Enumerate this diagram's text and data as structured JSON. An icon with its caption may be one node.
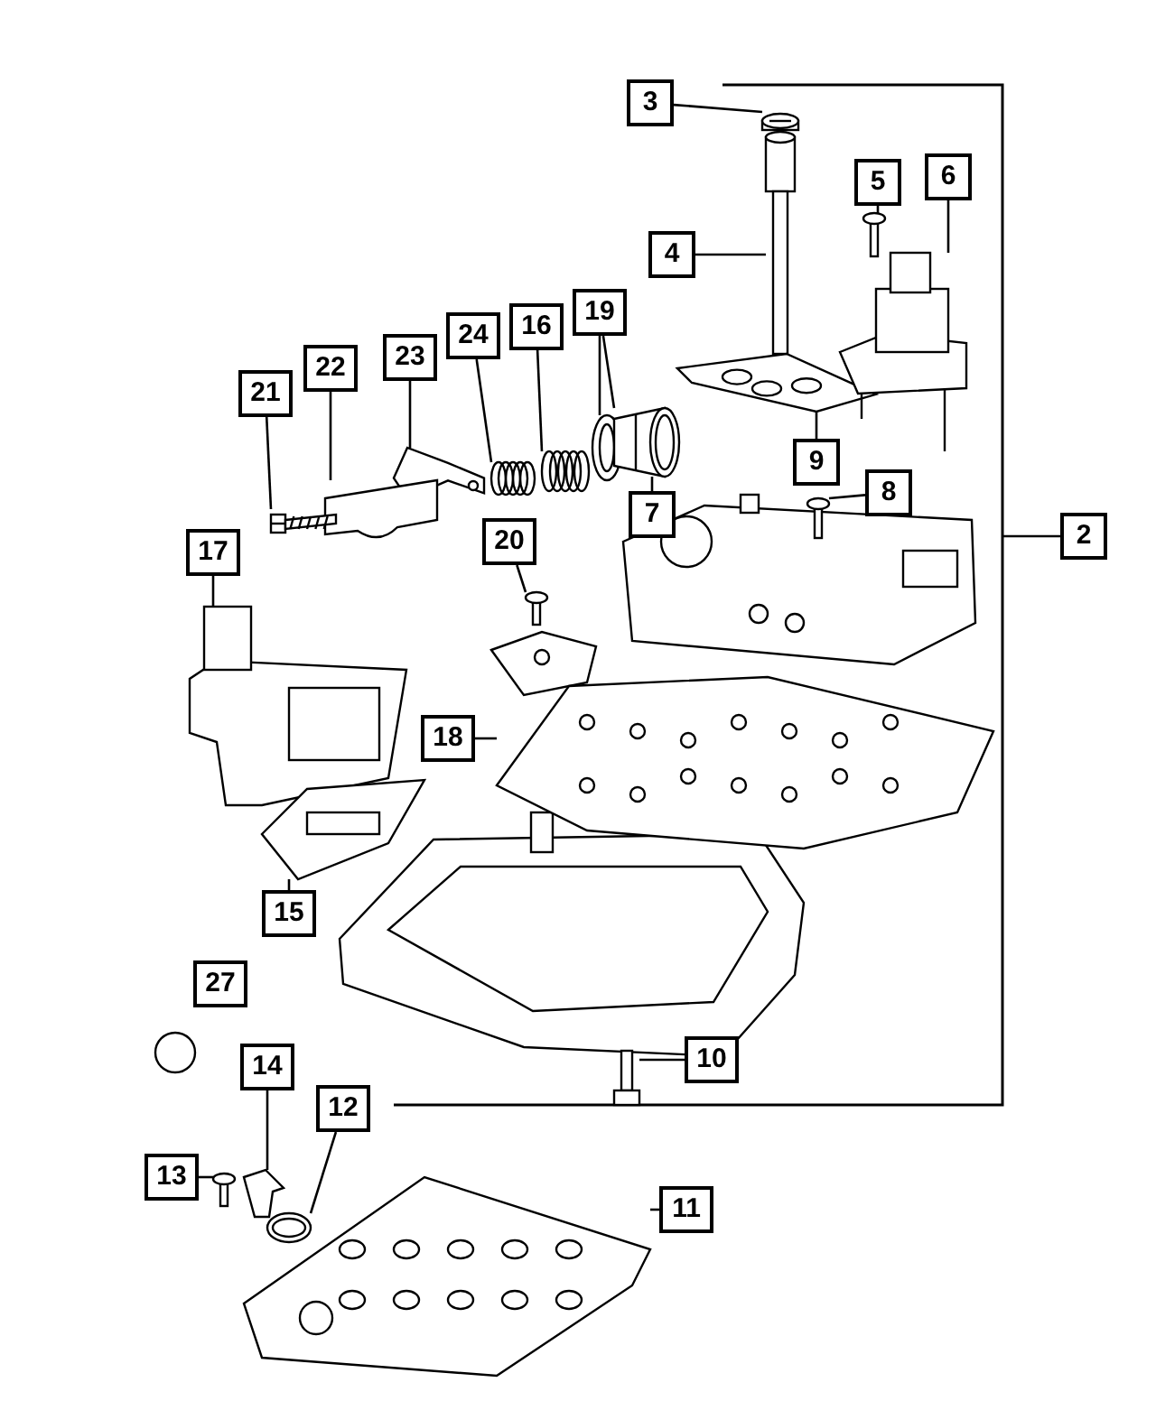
{
  "diagram": {
    "nodes": [
      {
        "text": [
          "3"
        ]
      },
      {
        "text": [
          "6"
        ]
      },
      {
        "text": [
          "5"
        ]
      },
      {
        "text": [
          "4"
        ]
      },
      {
        "text": [
          "19"
        ]
      },
      {
        "text": [
          "16"
        ]
      },
      {
        "text": [
          "24"
        ]
      },
      {
        "text": [
          "23"
        ]
      },
      {
        "text": [
          "22"
        ]
      },
      {
        "text": [
          "21"
        ]
      },
      {
        "text": [
          "9"
        ]
      },
      {
        "text": [
          "8"
        ]
      },
      {
        "text": [
          "7"
        ]
      },
      {
        "text": [
          "2"
        ]
      },
      {
        "text": [
          "20"
        ]
      },
      {
        "text": [
          "17"
        ]
      },
      {
        "text": [
          "18"
        ]
      },
      {
        "text": [
          "15"
        ]
      },
      {
        "text": [
          "27"
        ]
      },
      {
        "text": [
          "10"
        ]
      },
      {
        "text": [
          "14"
        ]
      },
      {
        "text": [
          "12"
        ]
      },
      {
        "text": [
          "13"
        ]
      },
      {
        "text": [
          "11"
        ]
      },
      {
        "text": [],
        "shape": "picture"
      },
      {
        "text": [],
        "shape": "picture"
      },
      {
        "text": [],
        "shape": "picture"
      },
      {
        "text": [],
        "shape": "picture"
      },
      {
        "text": [],
        "shape": "picture"
      },
      {
        "text": [],
        "shape": "picture"
      },
      {
        "text": [],
        "shape": "picture"
      },
      {
        "text": [],
        "shape": "picture"
      },
      {
        "text": [],
        "shape": "picture"
      },
      {
        "text": [],
        "shape": "picture"
      },
      {
        "text": [],
        "shape": "picture"
      },
      {
        "text": [],
        "shape": "picture"
      },
      {
        "text": [],
        "shape": "picture"
      },
      {
        "text": [],
        "shape": "picture"
      },
      {
        "text": [],
        "shape": "picture"
      },
      {
        "text": [],
        "shape": "picture"
      },
      {
        "text": [],
        "shape": "picture"
      },
      {
        "text": [],
        "shape": "picture"
      },
      {
        "text": [],
        "shape": "picture"
      },
      {
        "text": [],
        "shape": "picture"
      },
      {
        "text": [],
        "shape": "picture"
      },
      {
        "text": [],
        "shape": "picture"
      }
    ],
    "edges": [
      {
        "from": 0,
        "to": 24,
        "arrow": "none"
      },
      {
        "from": 1,
        "to": 28,
        "arrow": "none"
      },
      {
        "from": 2,
        "to": 27,
        "arrow": "none"
      },
      {
        "from": 3,
        "to": 25,
        "arrow": "none"
      },
      {
        "from": 4,
        "to": 29,
        "arrow": "none"
      },
      {
        "from": 4,
        "to": 30,
        "arrow": "none"
      },
      {
        "from": 5,
        "to": 31,
        "arrow": "none"
      },
      {
        "from": 6,
        "to": 32,
        "arrow": "none"
      },
      {
        "from": 7,
        "to": 33,
        "arrow": "none"
      },
      {
        "from": 8,
        "to": 34,
        "arrow": "none"
      },
      {
        "from": 9,
        "to": 35,
        "arrow": "none"
      },
      {
        "from": 10,
        "to": 26,
        "arrow": "none"
      },
      {
        "from": 11,
        "to": 36,
        "arrow": "none"
      },
      {
        "from": 12,
        "to": 30,
        "arrow": "none"
      },
      {
        "from": 13,
        "to": null,
        "arrow": "none"
      },
      {
        "from": 14,
        "to": 37,
        "arrow": "none"
      },
      {
        "from": 15,
        "to": 38,
        "arrow": "none"
      },
      {
        "from": 16,
        "to": 39,
        "arrow": "none"
      },
      {
        "from": 17,
        "to": 40,
        "arrow": "none"
      },
      {
        "from": 19,
        "to": 41,
        "arrow": "none"
      },
      {
        "from": 20,
        "to": 42,
        "arrow": "none"
      },
      {
        "from": 21,
        "to": 43,
        "arrow": "none"
      },
      {
        "from": 22,
        "to": 44,
        "arrow": "none"
      },
      {
        "from": 23,
        "to": 45,
        "arrow": "none"
      }
    ]
  }
}
